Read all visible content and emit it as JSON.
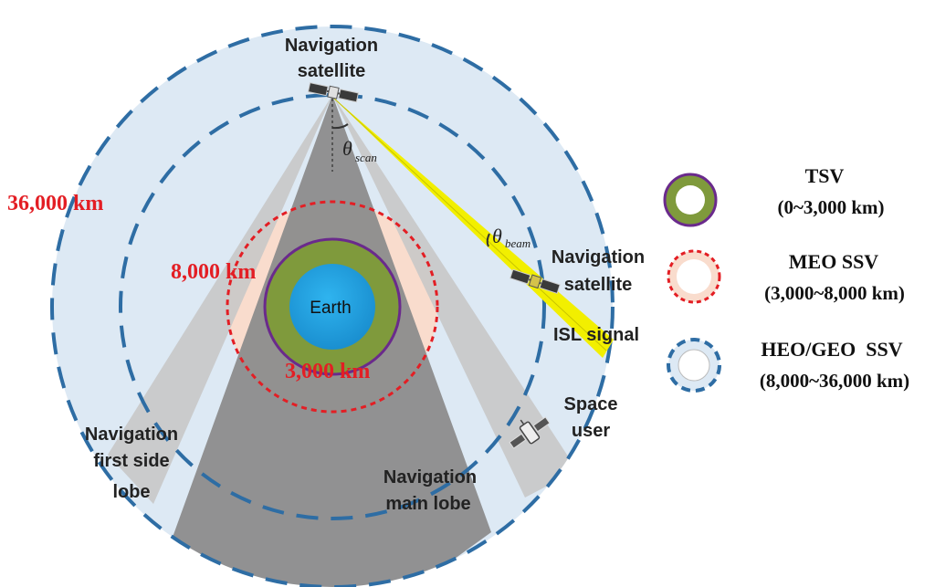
{
  "diagram": {
    "labels": {
      "nav_sat_top_line1": "Navigation",
      "nav_sat_top_line2": "satellite",
      "nav_sat_right_line1": "Navigation",
      "nav_sat_right_line2": "satellite",
      "isl_signal": "ISL signal",
      "space_user_line1": "Space",
      "space_user_line2": "user",
      "side_lobe_line1": "Navigation",
      "side_lobe_line2": "first side",
      "side_lobe_line3": "lobe",
      "main_lobe_line1": "Navigation",
      "main_lobe_line2": "main lobe",
      "earth": "Earth",
      "theta_scan_sym": "θ",
      "theta_scan_sub": "scan",
      "theta_beam_sym": "θ",
      "theta_beam_sub": "beam"
    },
    "altitudes": {
      "geo": "36,000 km",
      "meo": "8,000 km",
      "tsv": "3,000 km"
    },
    "colors": {
      "heo_geo_fill": "#dde9f4",
      "heo_geo_border": "#2e6da4",
      "meo_fill": "#f9dccd",
      "meo_border": "#e31e24",
      "tsv_fill": "#7f9a3c",
      "tsv_border": "#6a2a8c",
      "earth": "#1fa3e0",
      "main_lobe": "#8c8c8c",
      "side_lobe": "#c8c8c8",
      "isl_beam": "#f2ef00",
      "altitude_label": "#e31e24"
    }
  },
  "legend": {
    "items": [
      {
        "title": "TSV",
        "range": "(0~3,000 km)"
      },
      {
        "title": "MEO SSV",
        "range": "(3,000~8,000 km)"
      },
      {
        "title": "HEO/GEO  SSV",
        "range": "(8,000~36,000 km)"
      }
    ]
  }
}
